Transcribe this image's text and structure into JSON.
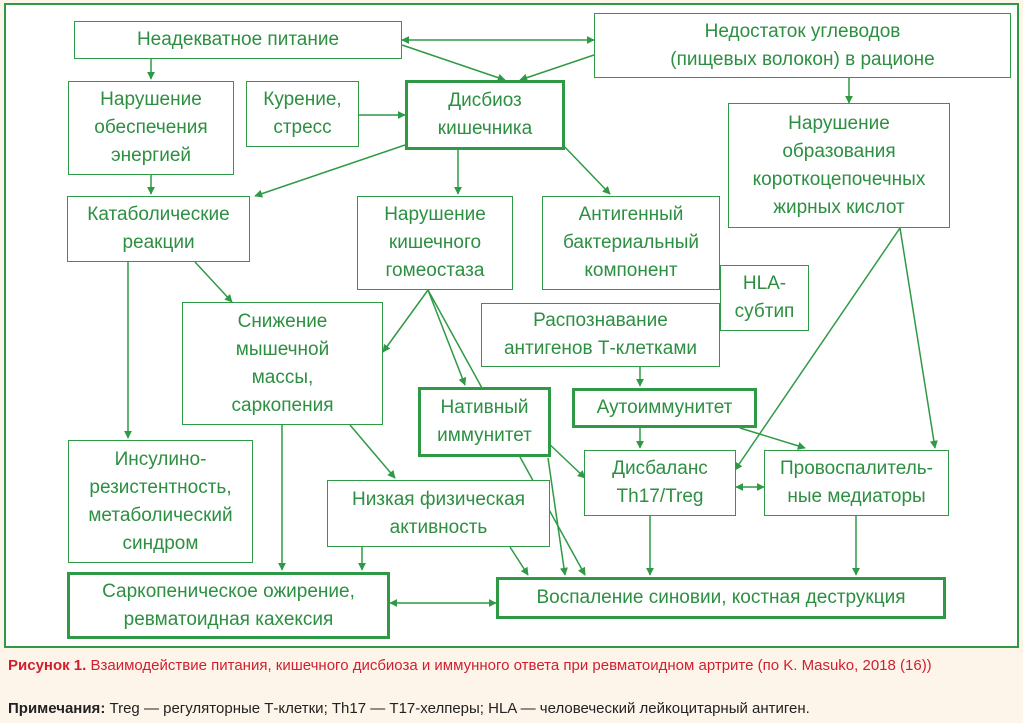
{
  "colors": {
    "accent": "#2f9a45",
    "text": "#2c8f41",
    "caption": "#d11f2f",
    "background": "#fdf5ea"
  },
  "nodes": {
    "poor_nutrition": "Неадекватное питание",
    "carb_deficit": "Недостаток углеводов\n(пищевых волокон) в рационе",
    "energy_supply": "Нарушение\nобеспечения\nэнергией",
    "smoking_stress": "Курение,\nстресс",
    "dysbiosis": "Дисбиоз\nкишечника",
    "scfa_formation": "Нарушение\nобразования\nкороткоцепочечных\nжирных кислот",
    "catabolic": "Катаболические\nреакции",
    "gut_homeostasis": "Нарушение\nкишечного\nгомеостаза",
    "bacterial_antigen": "Антигенный\nбактериальный\nкомпонент",
    "hla_subtype": "HLA-\nсубтип",
    "muscle_loss": "Снижение\nмышечной\nмассы,\nсаркопения",
    "antigen_recognition": "Распознавание\nантигенов Т-клетками",
    "innate_immunity": "Нативный\nиммунитет",
    "autoimmunity": "Аутоиммунитет",
    "insulin_resistance": "Инсулино-\nрезистентность,\nметаболический\nсиндром",
    "low_activity": "Низкая физическая\nактивность",
    "th17_treg": "Дисбаланс\nTh17/Treg",
    "proinflammatory": "Провоспалитель-\nные медиаторы",
    "sarcopenic_obesity": "Саркопеническое ожирение,\nревматоидная кахексия",
    "synovitis": "Воспаление синовии, костная деструкция"
  },
  "caption": {
    "label": "Рисунок 1.",
    "text": "Взаимодействие питания, кишечного дисбиоза и иммунного ответа при ревматоидном артрите (по K. Masuko, 2018 (16))"
  },
  "notes": {
    "label": "Примечания:",
    "text": "Treg — регуляторные Т-клетки; Th17 — Т17-хелперы; HLA — человеческий лейкоцитарный антиген."
  }
}
